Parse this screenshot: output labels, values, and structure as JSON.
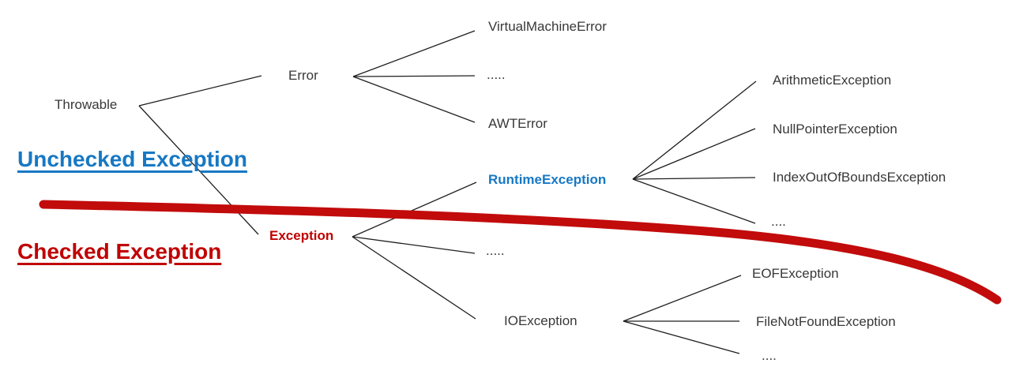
{
  "diagram": {
    "headings": {
      "unchecked": "Unchecked Exception",
      "checked": "Checked Exception"
    },
    "nodes": {
      "throwable": "Throwable",
      "error": "Error",
      "virtual_machine_error": "VirtualMachineError",
      "error_etc": ".....",
      "awt_error": "AWTError",
      "exception": "Exception",
      "runtime_exception": "RuntimeException",
      "exception_etc": ".....",
      "io_exception": "IOException",
      "arithmetic_exception": "ArithmeticException",
      "null_pointer_exception": "NullPointerException",
      "index_out_of_bounds_exception": "IndexOutOfBoundsException",
      "runtime_etc": "....",
      "eof_exception": "EOFException",
      "file_not_found_exception": "FileNotFoundException",
      "io_etc": "...."
    },
    "colors": {
      "unchecked_blue": "#1778c4",
      "checked_red": "#c00000",
      "divider_red": "#c20b0b",
      "edge_black": "#1f1f1f",
      "text_gray": "#383838"
    }
  }
}
